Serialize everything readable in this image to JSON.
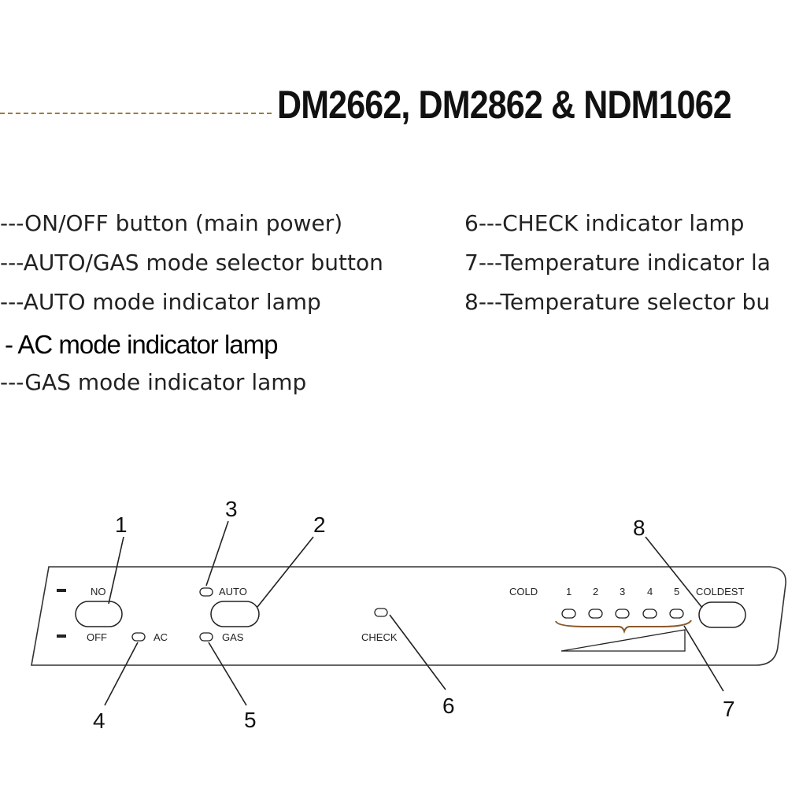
{
  "title": "DM2662, DM2862 & NDM1062",
  "legend": [
    {
      "text": "---ON/OFF button (main power)"
    },
    {
      "text": "---AUTO/GAS mode selector button"
    },
    {
      "text": "---AUTO mode indicator lamp"
    },
    {
      "text": "- AC mode indicator lamp"
    },
    {
      "text": "---GAS mode indicator lamp"
    },
    {
      "text": "6---CHECK indicator lamp"
    },
    {
      "text": "7---Temperature indicator la"
    },
    {
      "text": "8---Temperature selector bu"
    }
  ],
  "panel": {
    "no_label": "NO",
    "off_label": "OFF",
    "ac_label": "AC",
    "auto_label": "AUTO",
    "gas_label": "GAS",
    "check_label": "CHECK",
    "cold_label": "COLD",
    "coldest_label": "COLDEST",
    "levels": [
      "1",
      "2",
      "3",
      "4",
      "5"
    ]
  },
  "callouts": [
    "1",
    "2",
    "3",
    "4",
    "5",
    "6",
    "7",
    "8"
  ],
  "colors": {
    "rule": "#a0793a",
    "brace": "#8a5a2b"
  }
}
